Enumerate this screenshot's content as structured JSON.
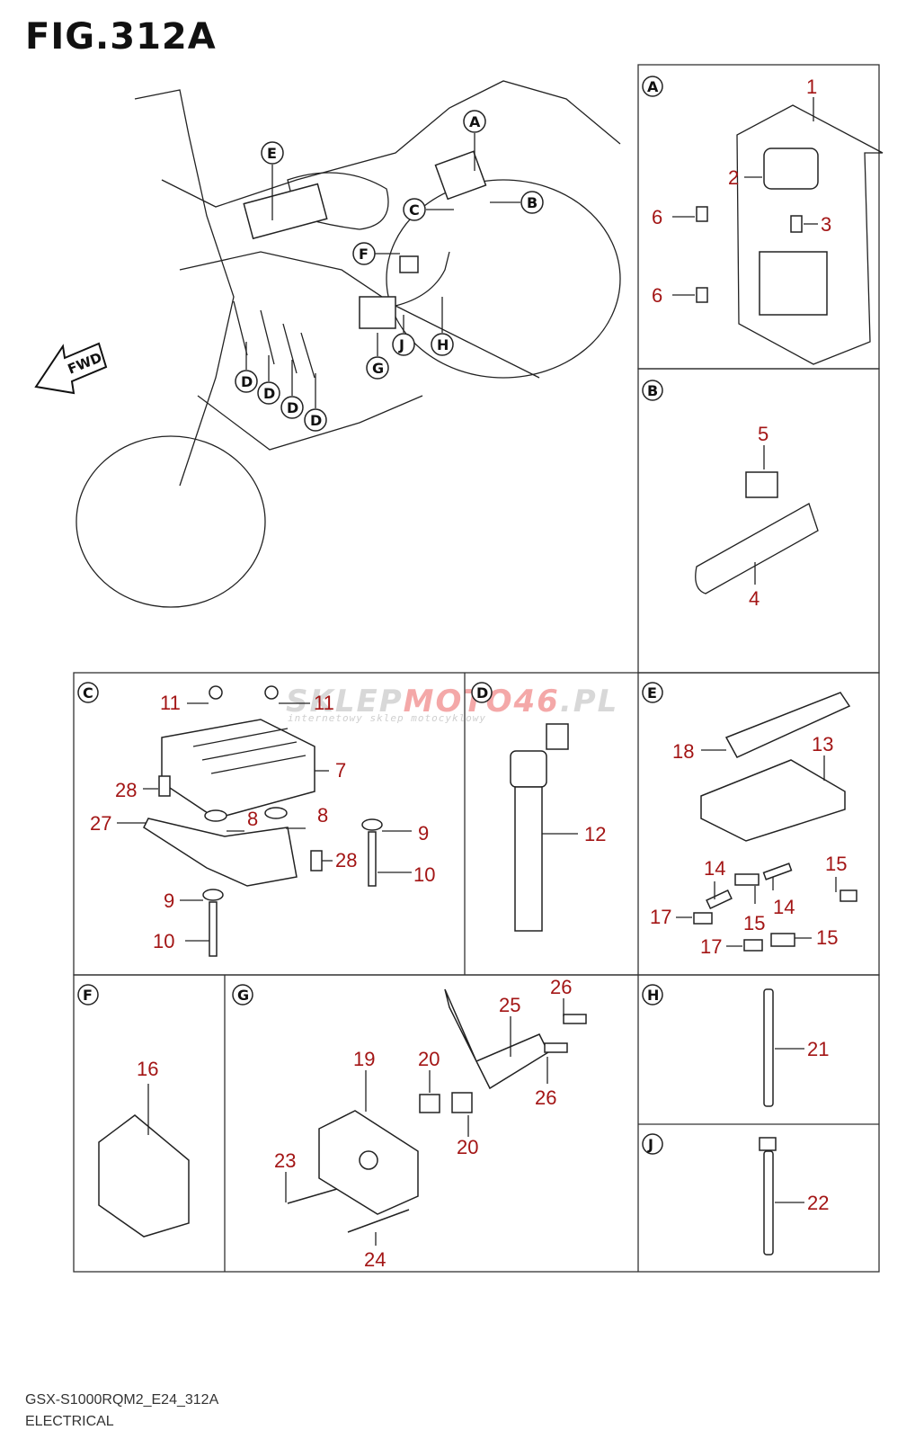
{
  "header": {
    "title": "FIG.312A"
  },
  "footer": {
    "model_code": "GSX-S1000RQM2_E24_312A",
    "section": "ELECTRICAL"
  },
  "watermark": {
    "brand_gray": "SKLEP",
    "brand_red": "MOTO46",
    "suffix": ".PL",
    "tagline": "internetowy sklep motocyklowy"
  },
  "overview": {
    "direction_label": "FWD",
    "callouts": [
      "A",
      "B",
      "C",
      "D",
      "D",
      "D",
      "D",
      "E",
      "F",
      "G",
      "H",
      "J"
    ]
  },
  "panels": [
    {
      "id": "A",
      "parts": [
        "1",
        "2",
        "3",
        "6",
        "6"
      ]
    },
    {
      "id": "B",
      "parts": [
        "5",
        "4"
      ]
    },
    {
      "id": "C",
      "parts": [
        "11",
        "11",
        "7",
        "28",
        "8",
        "8",
        "27",
        "9",
        "28",
        "10",
        "9",
        "10"
      ]
    },
    {
      "id": "D",
      "parts": [
        "12"
      ]
    },
    {
      "id": "E",
      "parts": [
        "18",
        "13",
        "14",
        "15",
        "14",
        "17",
        "15",
        "17",
        "15"
      ]
    },
    {
      "id": "F",
      "parts": [
        "16"
      ]
    },
    {
      "id": "G",
      "parts": [
        "26",
        "25",
        "19",
        "20",
        "26",
        "20",
        "23",
        "24"
      ]
    },
    {
      "id": "H",
      "parts": [
        "21"
      ]
    },
    {
      "id": "J",
      "parts": [
        "22"
      ]
    }
  ],
  "colors": {
    "part_number": "#a31515",
    "line": "#222222"
  }
}
